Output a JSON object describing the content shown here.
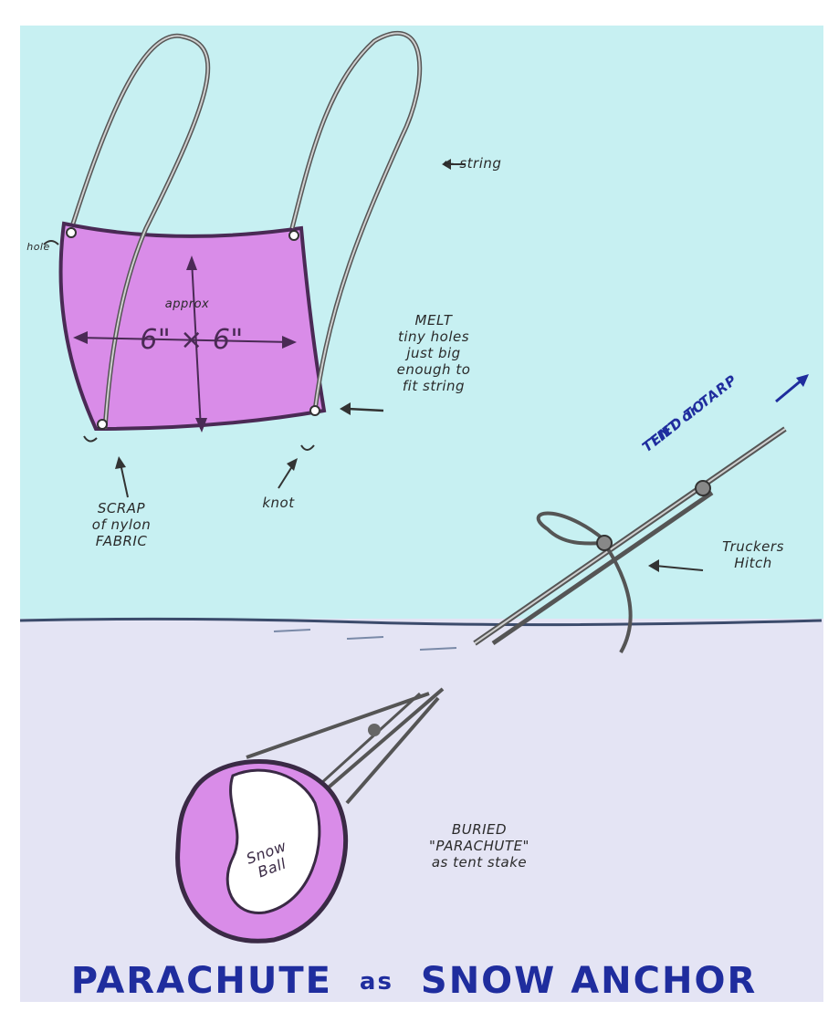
{
  "labels": {
    "string": "← string",
    "dimension": "6\" × 6\"",
    "dimension_small": "approx",
    "hole_left": "hole",
    "melt": "MELT\ntiny holes\njust big\nenough to\nfit string",
    "knot_left": "SCRAP\nof nylon\nFABRIC",
    "knot_right": "knot",
    "tied_to_line1": "TIED TO",
    "tied_to_line2": "TENT or TARP",
    "truckers_hitch": "Truckers\nHitch",
    "buried": "BURIED\n\"PARACHUTE\"\nas tent stake",
    "snow_ball": "Snow\nBall"
  },
  "title": {
    "part1": "PARACHUTE",
    "part2": "as",
    "part3": "SNOW ANCHOR"
  },
  "colors": {
    "sky": "#c7f0f2",
    "snow": "#e4e4f4",
    "fabric": "#d98ce8",
    "title": "#1f2d9e"
  }
}
